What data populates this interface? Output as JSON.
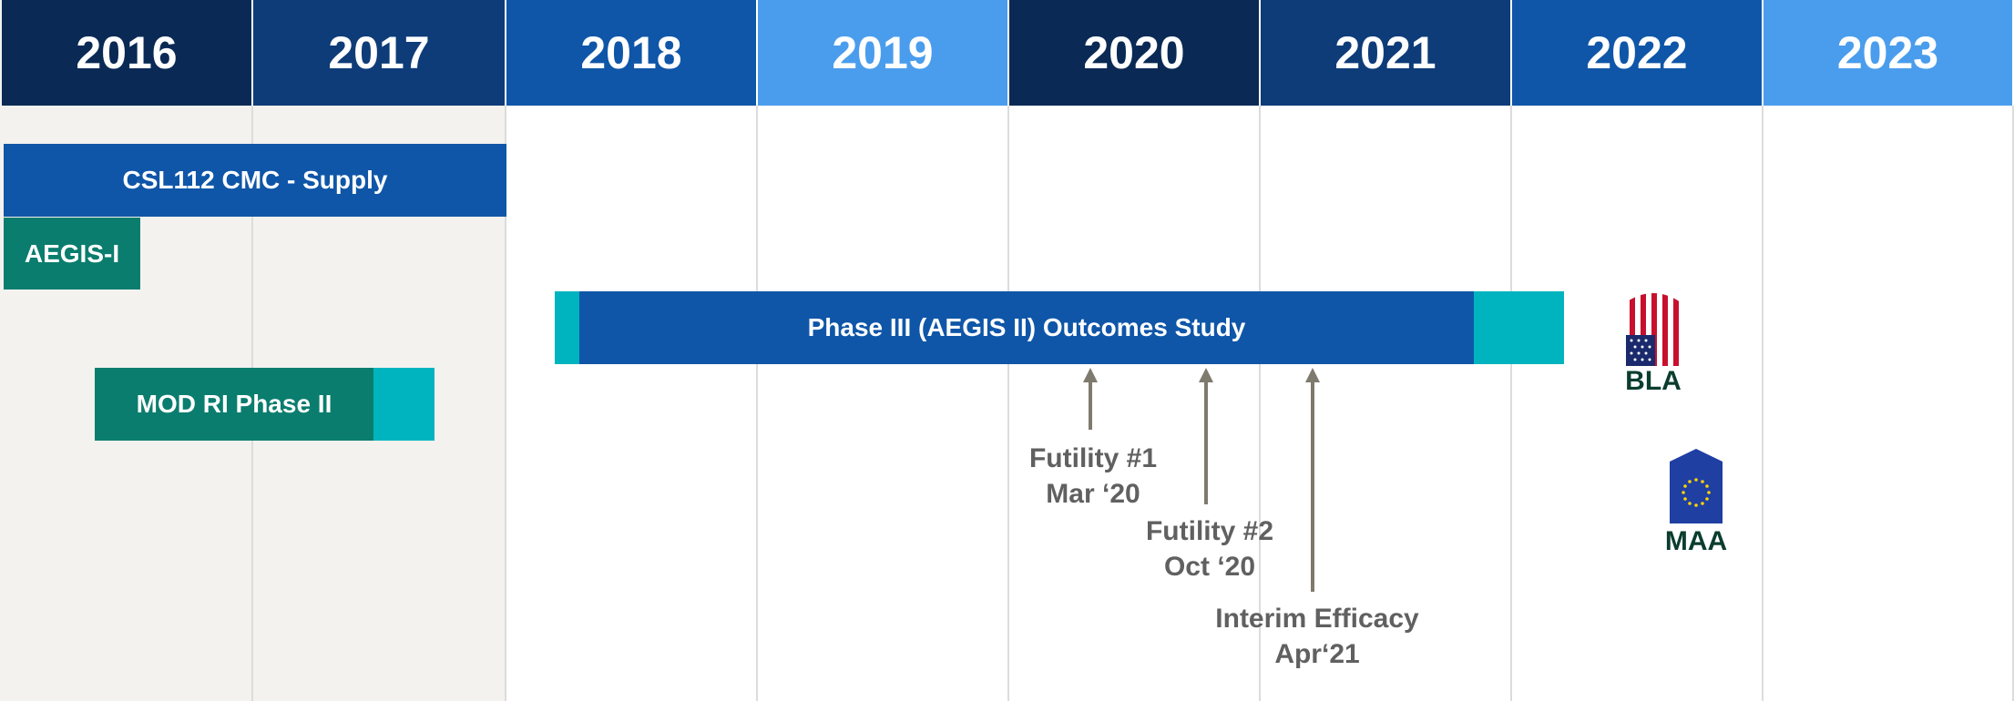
{
  "timeline": {
    "years": [
      {
        "label": "2016",
        "color": "#0a2a55"
      },
      {
        "label": "2017",
        "color": "#0e3c78"
      },
      {
        "label": "2018",
        "color": "#0f56a8"
      },
      {
        "label": "2019",
        "color": "#4a9ded"
      },
      {
        "label": "2020",
        "color": "#0a2a55"
      },
      {
        "label": "2021",
        "color": "#0e3c78"
      },
      {
        "label": "2022",
        "color": "#0f56a8"
      },
      {
        "label": "2023",
        "color": "#4a9ded"
      }
    ]
  },
  "bars": [
    {
      "label": "CSL112 CMC - Supply",
      "color": "#0f56a8"
    },
    {
      "label": "AEGIS-I",
      "color": "#0a7d6e"
    },
    {
      "label": "Phase III (AEGIS II) Outcomes Study",
      "color": "#0f56a8",
      "accent_color": "#00b4bf"
    },
    {
      "label": "MOD RI Phase II",
      "color": "#0a7d6e",
      "accent_color": "#00b4bf"
    }
  ],
  "milestones": [
    {
      "line1": "Futility #1",
      "line2": "Mar ‘20"
    },
    {
      "line1": "Futility #2",
      "line2": "Oct ‘20"
    },
    {
      "line1": "Interim Efficacy",
      "line2": "Apr‘21"
    }
  ],
  "filings": [
    {
      "label": "BLA",
      "icon": "us-flag-icon"
    },
    {
      "label": "MAA",
      "icon": "eu-flag-icon"
    }
  ],
  "colors": {
    "shaded_bg": "#f3f2ef",
    "arrow": "#7f7a6e",
    "milestone_text": "#606060",
    "filing_text": "#0b3d2e"
  }
}
